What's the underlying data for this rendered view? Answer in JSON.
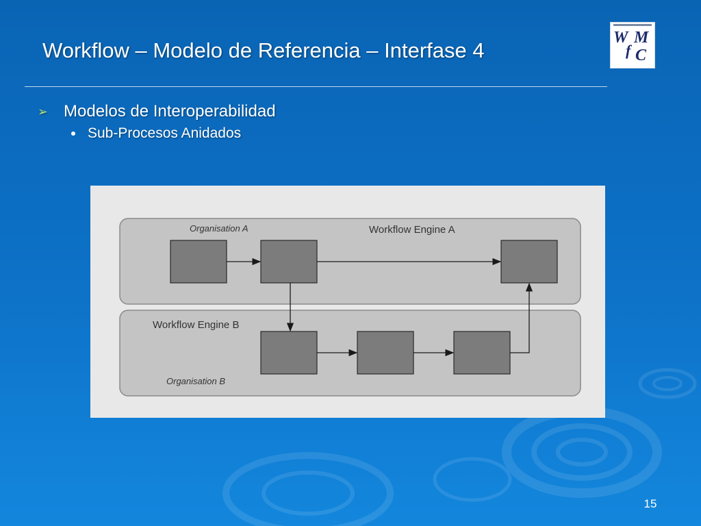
{
  "slide": {
    "title": "Workflow – Modelo de Referencia – Interfase 4",
    "page_number": "15"
  },
  "logo": {
    "letters": [
      "W",
      "f",
      "M",
      "C"
    ],
    "icon": "wfmc-logo"
  },
  "bullets": [
    {
      "text": "Modelos de Interoperabilidad",
      "marker": "➢",
      "level": 1
    },
    {
      "text": "Sub-Procesos Anidados",
      "marker": "dot",
      "level": 2
    }
  ],
  "diagram": {
    "org_a_label": "Organisation A",
    "engine_a_label": "Workflow Engine A",
    "engine_b_label": "Workflow Engine B",
    "org_b_label": "Organisation B"
  },
  "colors": {
    "background": "#0d72c8",
    "text": "#ffffff",
    "bullet_marker": "#b8e07a",
    "diagram_panel": "#c4c4c4",
    "diagram_box": "#7c7c7c"
  }
}
